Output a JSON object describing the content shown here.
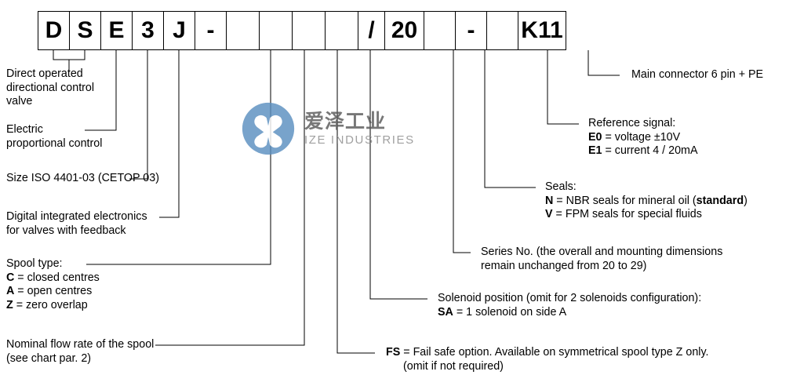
{
  "diagram": {
    "title": "DSE3J valve ordering code breakdown",
    "line_color": "#000000"
  },
  "code_boxes": [
    {
      "value": "D",
      "width": 40
    },
    {
      "value": "S",
      "width": 40
    },
    {
      "value": "E",
      "width": 40
    },
    {
      "value": "3",
      "width": 40
    },
    {
      "value": "J",
      "width": 40
    },
    {
      "value": "-",
      "width": 40
    },
    {
      "value": "",
      "width": 42
    },
    {
      "value": "",
      "width": 42
    },
    {
      "value": "",
      "width": 42
    },
    {
      "value": "",
      "width": 42
    },
    {
      "value": "/",
      "width": 34
    },
    {
      "value": "20",
      "width": 50
    },
    {
      "value": "",
      "width": 40
    },
    {
      "value": "-",
      "width": 40
    },
    {
      "value": "",
      "width": 40
    },
    {
      "value": "K11",
      "width": 60
    }
  ],
  "callouts": {
    "direct_operated": {
      "line1": "Direct  operated",
      "line2": "directional control",
      "line3": "valve"
    },
    "electric_proportional": {
      "line1": "Electric",
      "line2": "proportional control"
    },
    "size": {
      "line1": "Size ISO 4401-03 (CETOP 03)"
    },
    "digital_electronics": {
      "line1": "Digital integrated electronics",
      "line2": "for valves with feedback"
    },
    "spool_type": {
      "heading": "Spool type:",
      "opt_c_code": "C",
      "opt_c_text": " = closed centres",
      "opt_a_code": "A",
      "opt_a_text": " = open centres",
      "opt_z_code": "Z",
      "opt_z_text": " = zero overlap"
    },
    "nominal_flow": {
      "line1": "Nominal flow rate of the spool",
      "line2": "(see chart par. 2)"
    },
    "fail_safe": {
      "code": "FS",
      "line1": " = Fail safe option. Available on symmetrical spool type Z only.",
      "line2": "(omit if not required)"
    },
    "solenoid_position": {
      "heading": "Solenoid position (omit for 2 solenoids configuration):",
      "opt_sa_code": "SA",
      "opt_sa_text": " = 1 solenoid on side A"
    },
    "series_no": {
      "line1": "Series No. (the overall and mounting dimensions",
      "line2": "remain unchanged from 20 to 29)"
    },
    "seals": {
      "heading": "Seals:",
      "opt_n_code": "N",
      "opt_n_text_a": " = NBR seals for mineral oil (",
      "opt_n_bold": "standard",
      "opt_n_text_b": ")",
      "opt_v_code": "V",
      "opt_v_text": " = FPM seals for special fluids"
    },
    "reference_signal": {
      "heading": "Reference signal:",
      "opt_e0_code": "E0",
      "opt_e0_text": " = voltage ±10V",
      "opt_e1_code": "E1",
      "opt_e1_text": " = current 4 / 20mA"
    },
    "main_connector": {
      "line1": "Main connector 6 pin + PE"
    }
  },
  "watermark": {
    "chinese": "爱泽工业",
    "english": "IZE INDUSTRIES",
    "brand_color": "#5b8fc0"
  }
}
